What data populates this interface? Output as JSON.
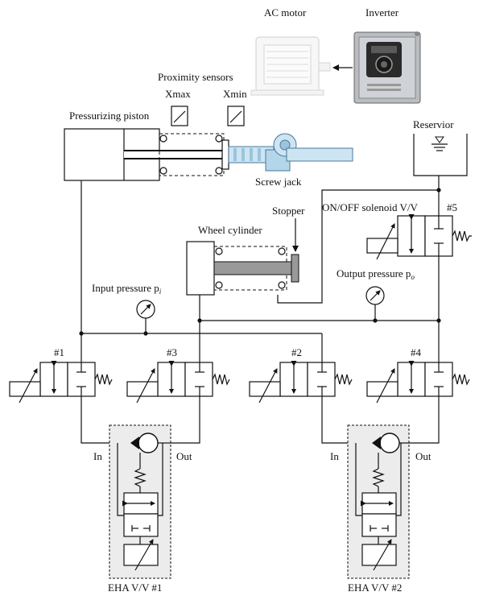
{
  "labels": {
    "ac_motor": "AC motor",
    "inverter": "Inverter",
    "proximity_sensors": "Proximity sensors",
    "xmax": "Xmax",
    "xmin": "Xmin",
    "pressurizing_piston": "Pressurizing piston",
    "screw_jack": "Screw jack",
    "reservior": "Reservior",
    "solenoid_vv": "ON/OFF solenoid V/V",
    "valve5": "#5",
    "stopper": "Stopper",
    "wheel_cylinder": "Wheel cylinder",
    "input_pressure": "Input pressure p",
    "input_pressure_sub": "i",
    "output_pressure": "Output pressure p",
    "output_pressure_sub": "o",
    "valve1": "#1",
    "valve2": "#2",
    "valve3": "#3",
    "valve4": "#4",
    "in1": "In",
    "out1": "Out",
    "in2": "In",
    "out2": "Out",
    "eha1": "EHA V/V #1",
    "eha2": "EHA V/V #2"
  }
}
